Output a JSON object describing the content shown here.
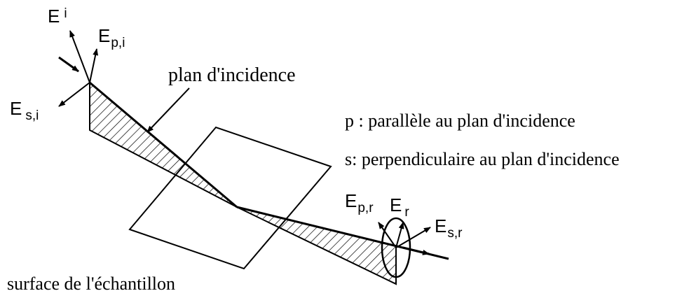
{
  "labels": {
    "plane": "plan d'incidence",
    "surface": "surface de l'échantillon",
    "p_def": "p : parallèle au plan d'incidence",
    "s_def": "s: perpendiculaire au plan d'incidence"
  },
  "vectors": {
    "e_i": {
      "base": "E",
      "sub": "i"
    },
    "e_pi": {
      "base": "E",
      "sub": "p,i"
    },
    "e_si": {
      "base": "E",
      "sub": "s,i"
    },
    "e_r": {
      "base": "E",
      "sub": "r"
    },
    "e_pr": {
      "base": "E",
      "sub": "p,r"
    },
    "e_sr": {
      "base": "E",
      "sub": "s,r"
    }
  },
  "colors": {
    "ink": "#000000",
    "background": "#ffffff"
  }
}
